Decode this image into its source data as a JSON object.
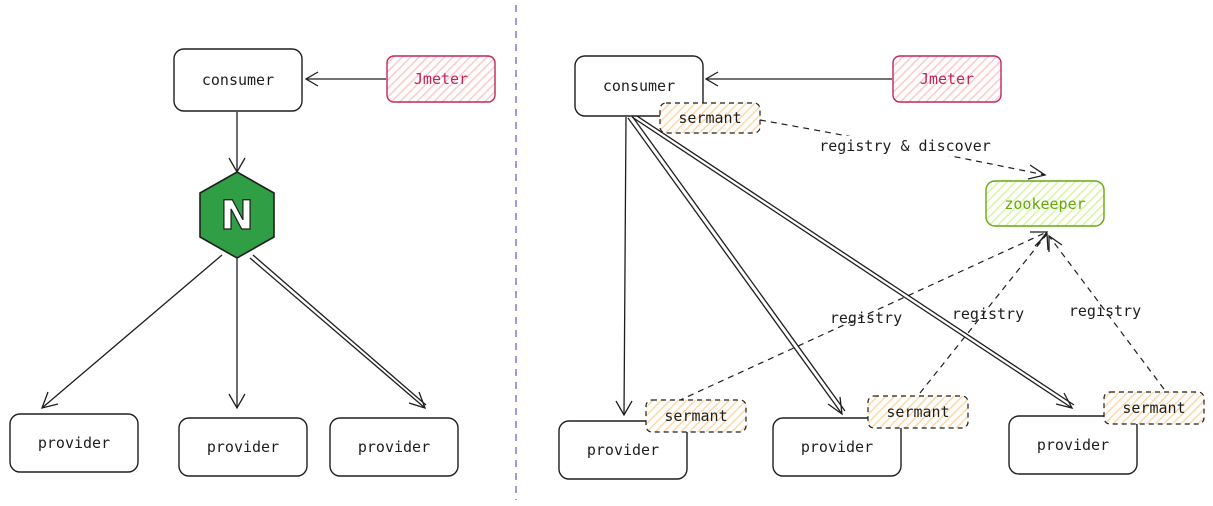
{
  "colors": {
    "jmeter_stroke": "#c2255c",
    "jmeter_fill": "#ffc9c9",
    "sermant_stroke": "#1e1e1e",
    "sermant_fill": "#ffd8a8",
    "zookeeper_stroke": "#66a80f",
    "zookeeper_fill": "#d8f5a2",
    "nginx_fill": "#2f9e44",
    "divider": "#6965db"
  },
  "left": {
    "consumer": "consumer",
    "jmeter": "Jmeter",
    "nginx_letter": "N",
    "providers": [
      "provider",
      "provider",
      "provider"
    ]
  },
  "right": {
    "consumer": "consumer",
    "jmeter": "Jmeter",
    "consumer_agent": "sermant",
    "zookeeper": "zookeeper",
    "discover_label": "registry & discover",
    "providers": [
      {
        "label": "provider",
        "agent": "sermant",
        "registry_label": "registry"
      },
      {
        "label": "provider",
        "agent": "sermant",
        "registry_label": "registry"
      },
      {
        "label": "provider",
        "agent": "sermant",
        "registry_label": "registry"
      }
    ]
  }
}
